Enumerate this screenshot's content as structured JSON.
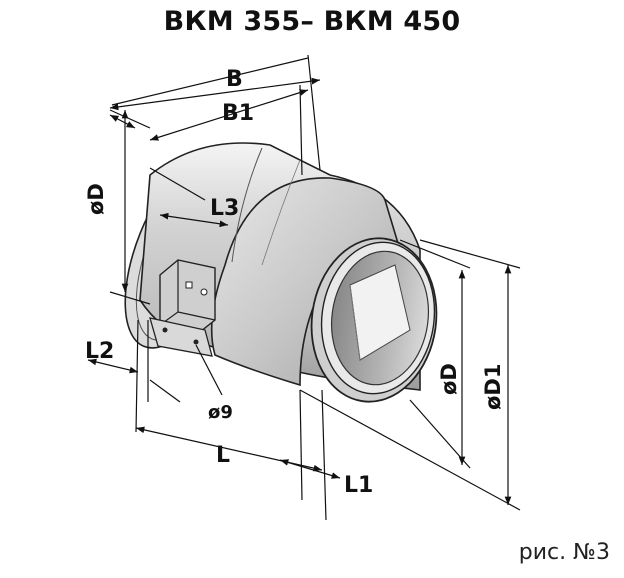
{
  "title": "ВКМ 355– ВКМ 450",
  "caption": "рис. №3",
  "labels": {
    "b": "B",
    "b1": "B1",
    "od_left": "øD",
    "l3": "L3",
    "l2": "L2",
    "hole": "ø9",
    "l": "L",
    "l1": "L1",
    "od_right": "øD",
    "od1": "øD1"
  }
}
